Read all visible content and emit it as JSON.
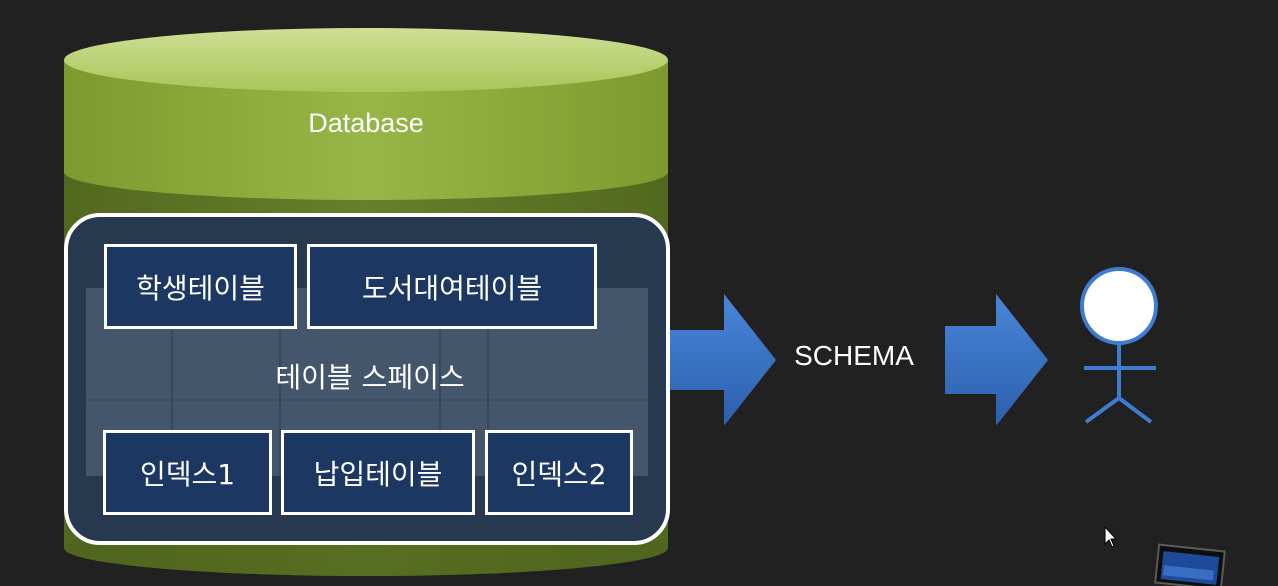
{
  "database": {
    "label": "Database"
  },
  "tablespace": {
    "label": "테이블 스페이스",
    "top_tables": [
      {
        "label": "학생테이블"
      },
      {
        "label": "도서대여테이블"
      }
    ],
    "bottom_tables": [
      {
        "label": "인덱스1"
      },
      {
        "label": "납입테이블"
      },
      {
        "label": "인덱스2"
      }
    ]
  },
  "schema": {
    "label": "SCHEMA"
  },
  "colors": {
    "background": "#212121",
    "cylinder_top": "#b6cf6a",
    "cylinder_body": "#8fac3e",
    "tablespace_fill": "#26394f",
    "tile_fill": "#1d3763",
    "arrow": "#3a74c8",
    "person": "#3f7bd0"
  },
  "icons": [
    "arrow-right-icon",
    "person-icon",
    "mouse-cursor-icon",
    "taskbar-thumbnail-icon"
  ]
}
